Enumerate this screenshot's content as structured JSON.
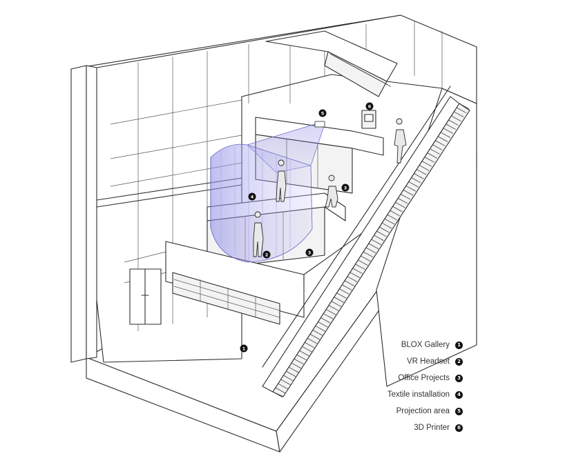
{
  "markers": [
    {
      "id": "1"
    },
    {
      "id": "2"
    },
    {
      "id": "3"
    },
    {
      "id": "3"
    },
    {
      "id": "4"
    },
    {
      "id": "5"
    },
    {
      "id": "6"
    }
  ],
  "legend": [
    {
      "label": "BLOX Gallery",
      "num": "1"
    },
    {
      "label": "VR Headset",
      "num": "2"
    },
    {
      "label": "Office Projects",
      "num": "3"
    },
    {
      "label": "Textile installation",
      "num": "4"
    },
    {
      "label": "Projection area",
      "num": "5"
    },
    {
      "label": "3D Printer",
      "num": "6"
    }
  ],
  "colors": {
    "projection": "#8a88e6",
    "line": "#2a2a2a"
  }
}
